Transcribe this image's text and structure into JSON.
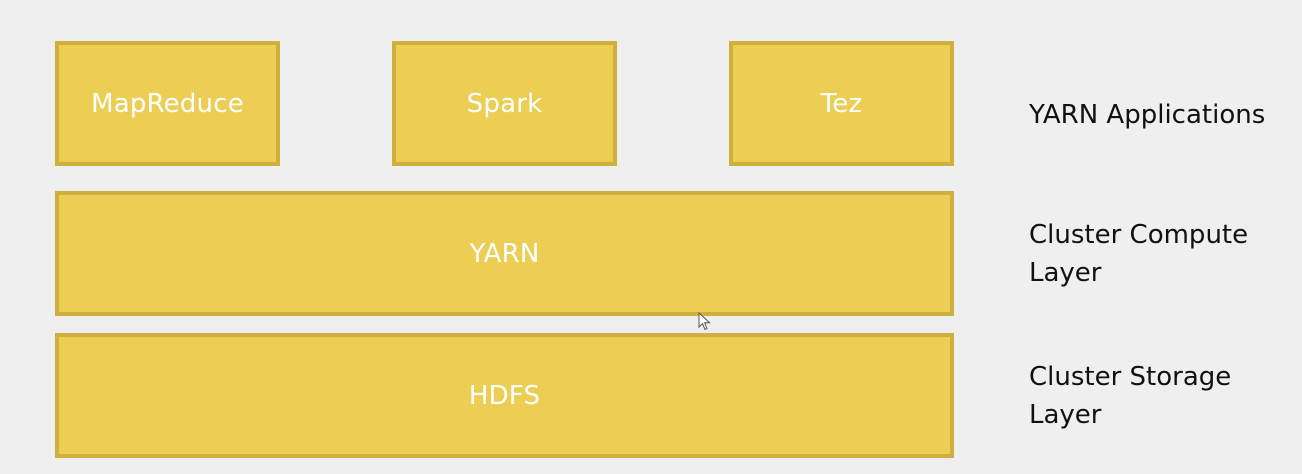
{
  "applications": [
    {
      "label": "MapReduce"
    },
    {
      "label": "Spark"
    },
    {
      "label": "Tez"
    }
  ],
  "compute_layer": {
    "label": "YARN"
  },
  "storage_layer": {
    "label": "HDFS"
  },
  "side_labels": {
    "applications": "YARN Applications",
    "compute": {
      "line1": "Cluster Compute",
      "line2": "Layer"
    },
    "storage": {
      "line1": "Cluster Storage",
      "line2": "Layer"
    }
  },
  "colors": {
    "box_fill": "#ecce55",
    "box_border": "#cfaf3e",
    "box_text": "#ffffff",
    "background": "#efefef",
    "label_text": "#111111"
  },
  "icons": {
    "pointer": "mouse-pointer-icon"
  }
}
